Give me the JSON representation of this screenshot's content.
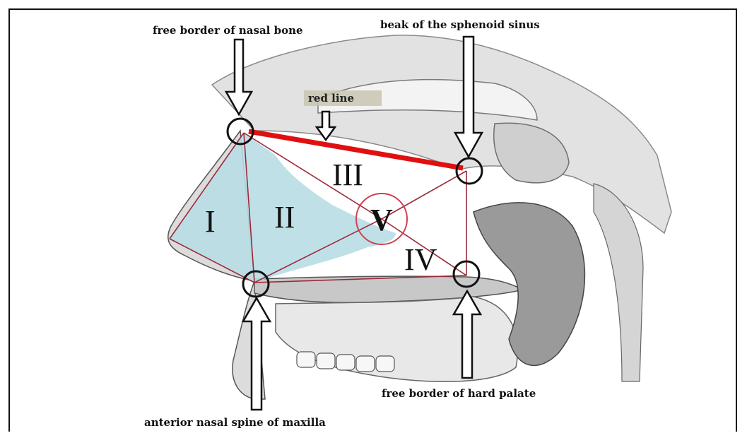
{
  "labels": {
    "nasal_bone": "free border of nasal bone",
    "sphenoid": "beak of the sphenoid sinus",
    "red_line": "red line",
    "hard_palate": "free border of hard palate",
    "nasal_spine": "anterior nasal spine of maxilla"
  },
  "regions": {
    "r1": "I",
    "r2": "II",
    "r3": "III",
    "r4": "IV",
    "r5": "V"
  },
  "colors": {
    "red_line": "#e01010",
    "region_fill": "#b9dde6",
    "triangle_lines": "#9b2a3a",
    "tissue": "#d9d9d9"
  }
}
